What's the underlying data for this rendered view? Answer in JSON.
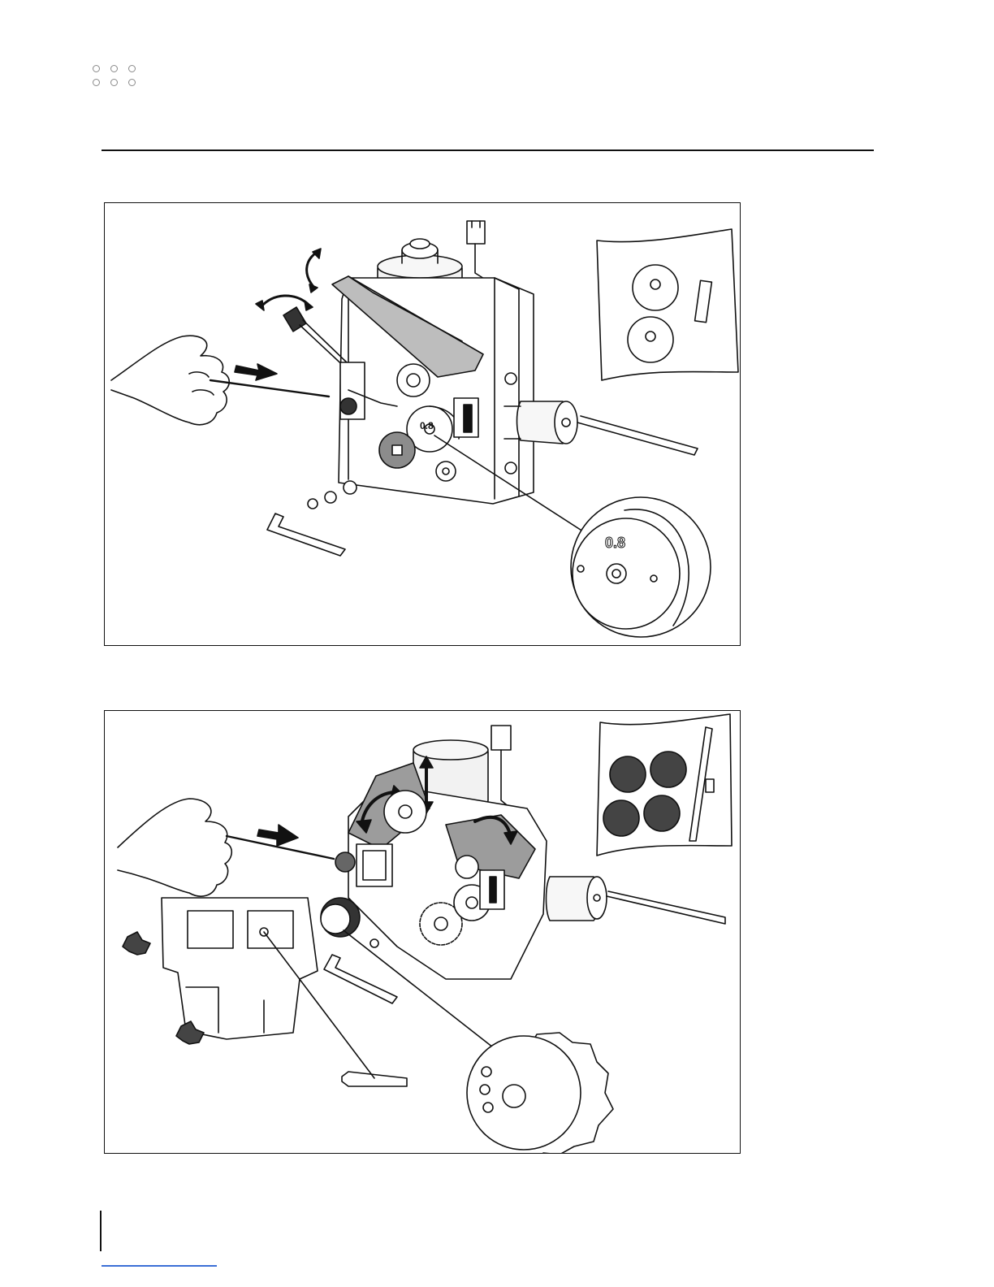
{
  "figures": [
    {
      "id": "wire-feed-two-roll",
      "roll_label_detail": "0.8",
      "roll_label_small": "0.8"
    },
    {
      "id": "wire-feed-four-roll-gear"
    }
  ]
}
